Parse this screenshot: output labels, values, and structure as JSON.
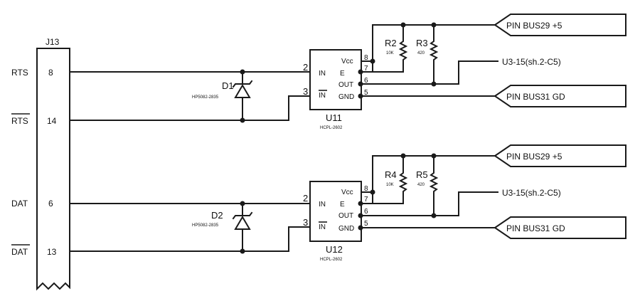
{
  "connector": {
    "ref": "J13",
    "signals": [
      {
        "name": "RTS",
        "pin": "8"
      },
      {
        "name": "RTS",
        "pin": "14"
      },
      {
        "name": "DAT",
        "pin": "6"
      },
      {
        "name": "DAT",
        "pin": "13"
      }
    ]
  },
  "channels": [
    {
      "diode": {
        "ref": "D1",
        "part": "HP5082-2835"
      },
      "opto": {
        "ref": "U11",
        "part": "HCPL-2602",
        "pins": {
          "vcc": "Vcc",
          "e": "E",
          "out": "OUT",
          "gnd": "GND",
          "in": "IN",
          "inb": "IN"
        },
        "pin_numbers": {
          "in": "2",
          "inb": "3",
          "vcc": "8",
          "e": "7",
          "out": "6",
          "gnd": "5"
        }
      },
      "r_left": {
        "ref": "R2",
        "value": "10K"
      },
      "r_right": {
        "ref": "R3",
        "value": "420"
      },
      "bus_top": "PIN BUS29 +5",
      "out_label": "U3-15(sh.2-C5)",
      "bus_bottom": "PIN BUS31 GD"
    },
    {
      "diode": {
        "ref": "D2",
        "part": "HP5082-2835"
      },
      "opto": {
        "ref": "U12",
        "part": "HCPL-2602",
        "pins": {
          "vcc": "Vcc",
          "e": "E",
          "out": "OUT",
          "gnd": "GND",
          "in": "IN",
          "inb": "IN"
        },
        "pin_numbers": {
          "in": "2",
          "inb": "3",
          "vcc": "8",
          "e": "7",
          "out": "6",
          "gnd": "5"
        }
      },
      "r_left": {
        "ref": "R4",
        "value": "10K"
      },
      "r_right": {
        "ref": "R5",
        "value": "420"
      },
      "bus_top": "PIN BUS29 +5",
      "out_label": "U3-15(sh.2-C5)",
      "bus_bottom": "PIN BUS31 GD"
    }
  ]
}
